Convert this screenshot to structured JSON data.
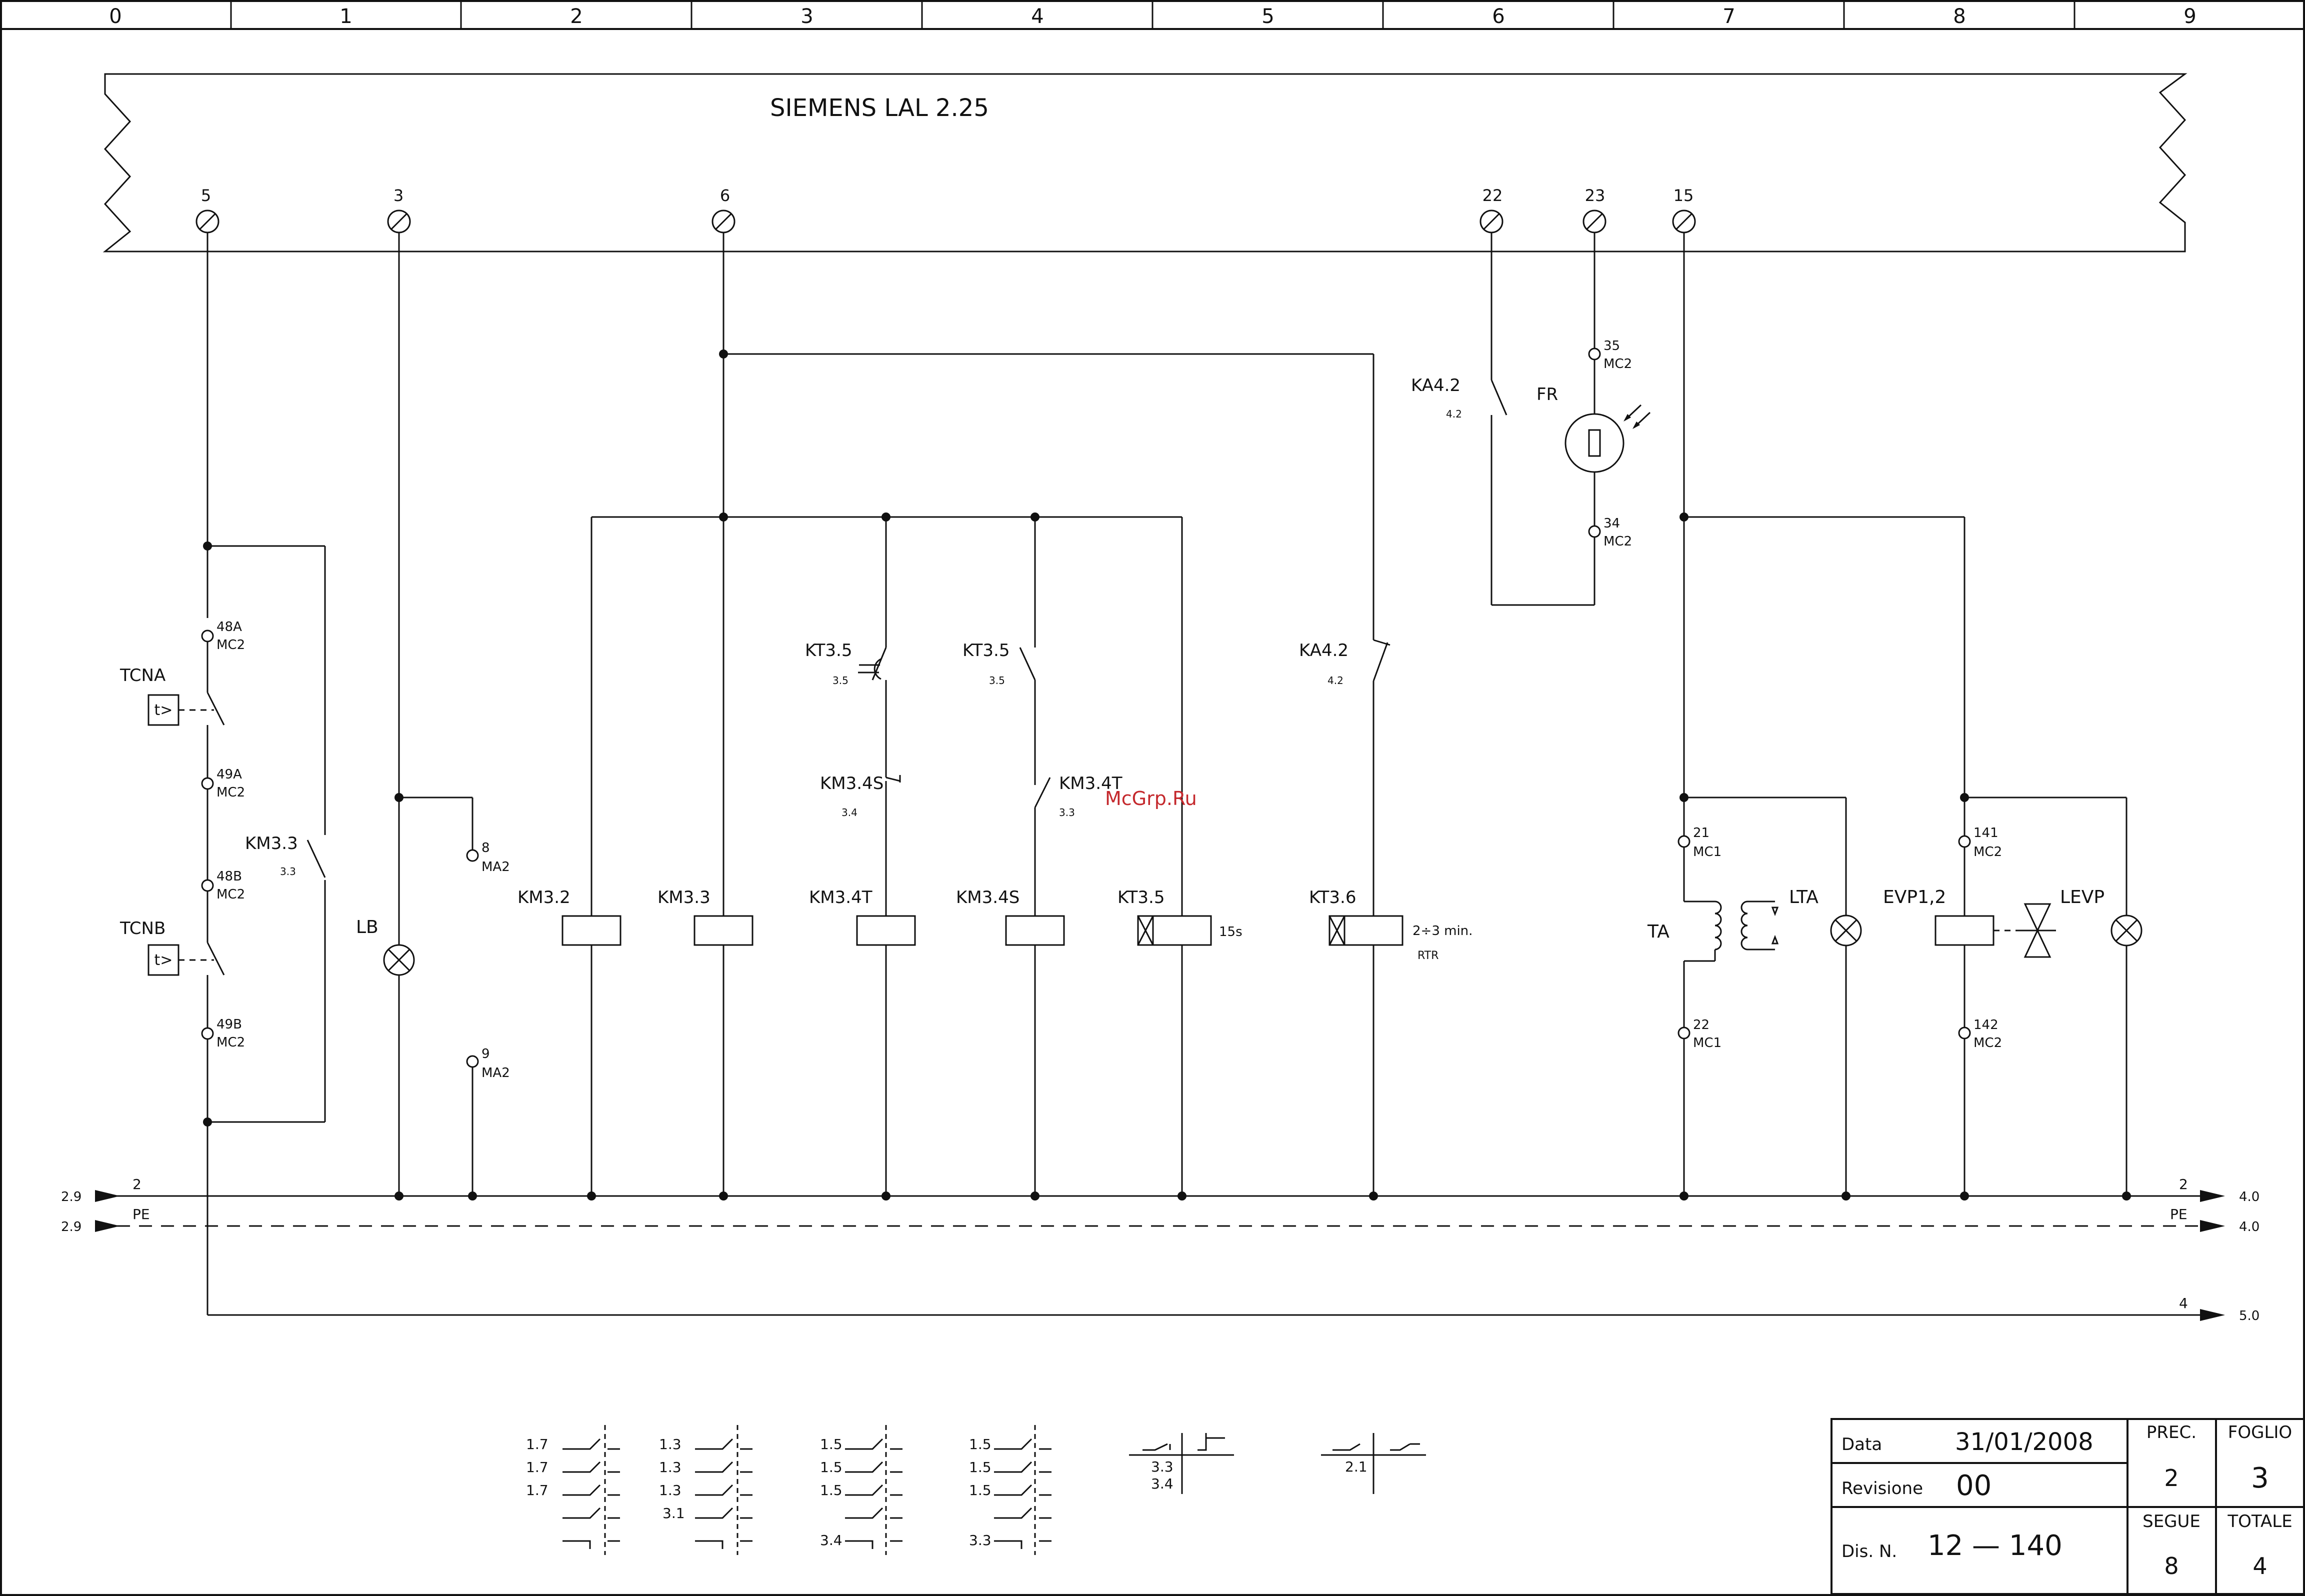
{
  "columns": [
    "0",
    "1",
    "2",
    "3",
    "4",
    "5",
    "6",
    "7",
    "8",
    "9"
  ],
  "controller": {
    "title": "SIEMENS LAL 2.25",
    "terminals": [
      "5",
      "3",
      "6",
      "22",
      "23",
      "15"
    ]
  },
  "components": {
    "ka42_top": {
      "label": "KA4.2",
      "ref": "4.2"
    },
    "fr": {
      "label": "FR",
      "t_top": "35",
      "t_top_b": "MC2",
      "t_bot": "34",
      "t_bot_b": "MC2"
    },
    "tcna": {
      "label": "TCNA",
      "box": "t>"
    },
    "tcnb": {
      "label": "TCNB",
      "box": "t>"
    },
    "km33_contact": {
      "label": "KM3.3",
      "ref": "3.3"
    },
    "t48a": [
      "48A",
      "MC2"
    ],
    "t49a": [
      "49A",
      "MC2"
    ],
    "t48b": [
      "48B",
      "MC2"
    ],
    "t49b": [
      "49B",
      "MC2"
    ],
    "lb": {
      "label": "LB"
    },
    "t8": [
      "8",
      "MA2"
    ],
    "t9": [
      "9",
      "MA2"
    ],
    "coils": [
      "KM3.2",
      "KM3.3",
      "KM3.4T",
      "KM3.4S",
      "KT3.5",
      "KT3.6"
    ],
    "kt35_a": {
      "label": "KT3.5",
      "ref": "3.5"
    },
    "kt35_b": {
      "label": "KT3.5",
      "ref": "3.5"
    },
    "km34s_c": {
      "label": "KM3.4S",
      "ref": "3.4"
    },
    "km34t_c": {
      "label": "KM3.4T",
      "ref": "3.3"
    },
    "ka42_mid": {
      "label": "KA4.2",
      "ref": "4.2"
    },
    "kt35_time": "15s",
    "kt36_time": "2÷3 min.",
    "kt36_rtr": "RTR",
    "ta": {
      "label": "TA",
      "t_top": "21",
      "t_top_b": "MC1",
      "t_bot": "22",
      "t_bot_b": "MC1"
    },
    "lta": "LTA",
    "evp": {
      "label": "EVP1,2",
      "t_top": "141",
      "t_top_b": "MC2",
      "t_bot": "142",
      "t_bot_b": "MC2"
    },
    "levp": "LEVP",
    "watermark": "McGrp.Ru"
  },
  "rails": {
    "l2_left": "2.9",
    "l2_name": "2",
    "l2_right": "4.0",
    "l2_name_r": "2",
    "pe_left": "2.9",
    "pe_name": "PE",
    "pe_right": "4.0",
    "pe_name_r": "PE",
    "l4_name": "4",
    "l4_right": "5.0"
  },
  "cross_refs": {
    "g1": [
      "1.7",
      "1.7",
      "1.7"
    ],
    "g2": [
      "1.3",
      "1.3",
      "1.3",
      "3.1"
    ],
    "g3": [
      "1.5",
      "1.5",
      "1.5",
      "3.4"
    ],
    "g4": [
      "1.5",
      "1.5",
      "1.5",
      "3.3"
    ],
    "g5": [
      "3.3",
      "3.4"
    ],
    "g6": [
      "2.1"
    ]
  },
  "title_block": {
    "data_label": "Data",
    "data_value": "31/01/2008",
    "rev_label": "Revisione",
    "rev_value": "00",
    "dis_label": "Dis. N.",
    "dis_value": "12 — 140",
    "prec_label": "PREC.",
    "prec_value": "2",
    "foglio_label": "FOGLIO",
    "foglio_value": "3",
    "segue_label": "SEGUE",
    "segue_value": "8",
    "totale_label": "TOTALE",
    "totale_value": "4"
  }
}
